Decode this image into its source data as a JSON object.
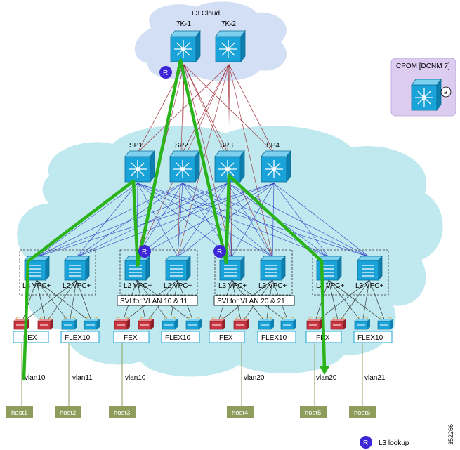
{
  "cloud_l3": {
    "title": "L3 Cloud"
  },
  "core": [
    {
      "label": "7K-1"
    },
    {
      "label": "7K-2"
    }
  ],
  "cpom": {
    "title": "CPOM [DCNM 7]",
    "badge": "a"
  },
  "spines": [
    {
      "label": "SP1"
    },
    {
      "label": "SP2"
    },
    {
      "label": "SP3"
    },
    {
      "label": "SP4"
    }
  ],
  "leaves": [
    {
      "label": "L3 VPC+"
    },
    {
      "label": "L2 VPC+"
    },
    {
      "label": "L2 VPC+"
    },
    {
      "label": "L2 VPC+"
    },
    {
      "label": "L3 VPC+"
    },
    {
      "label": "L3 VPC+"
    },
    {
      "label": "L3 VPC+"
    },
    {
      "label": "L3 VPC+"
    }
  ],
  "svi_boxes": [
    {
      "label": "SVI for VLAN 10 & 11"
    },
    {
      "label": "SVI for VLAN 20 & 21"
    }
  ],
  "fex_boxes": [
    {
      "label": "FEX"
    },
    {
      "label": "FLEX10"
    },
    {
      "label": "FEX"
    },
    {
      "label": "FLEX10"
    },
    {
      "label": "FEX"
    },
    {
      "label": "FLEX10"
    },
    {
      "label": "FEX"
    },
    {
      "label": "FLEX10"
    }
  ],
  "vlans": [
    {
      "label": "vlan10"
    },
    {
      "label": "vlan11"
    },
    {
      "label": "vlan10"
    },
    {
      "label": "vlan20"
    },
    {
      "label": "vlan20"
    },
    {
      "label": "vlan21"
    }
  ],
  "hosts": [
    {
      "label": "host1"
    },
    {
      "label": "host2"
    },
    {
      "label": "host3"
    },
    {
      "label": "host4"
    },
    {
      "label": "host5"
    },
    {
      "label": "host6"
    }
  ],
  "router_badge": "R",
  "legend": {
    "badge": "R",
    "label": "L3 lookup"
  },
  "figure_id": "352266",
  "colors": {
    "cloud_top": "#d3dff4",
    "cloud_fabric": "#bfe9ef",
    "cpom_bg": "#dccdf0",
    "switch_blue": "#1aa3d8",
    "fex_red": "#c8343f",
    "blue_link": "#2c3cc4",
    "red_link": "#9c2a34",
    "green_path": "#2bb31a",
    "host_bg": "#8f9d5c",
    "router_badge": "#3c26d6"
  }
}
